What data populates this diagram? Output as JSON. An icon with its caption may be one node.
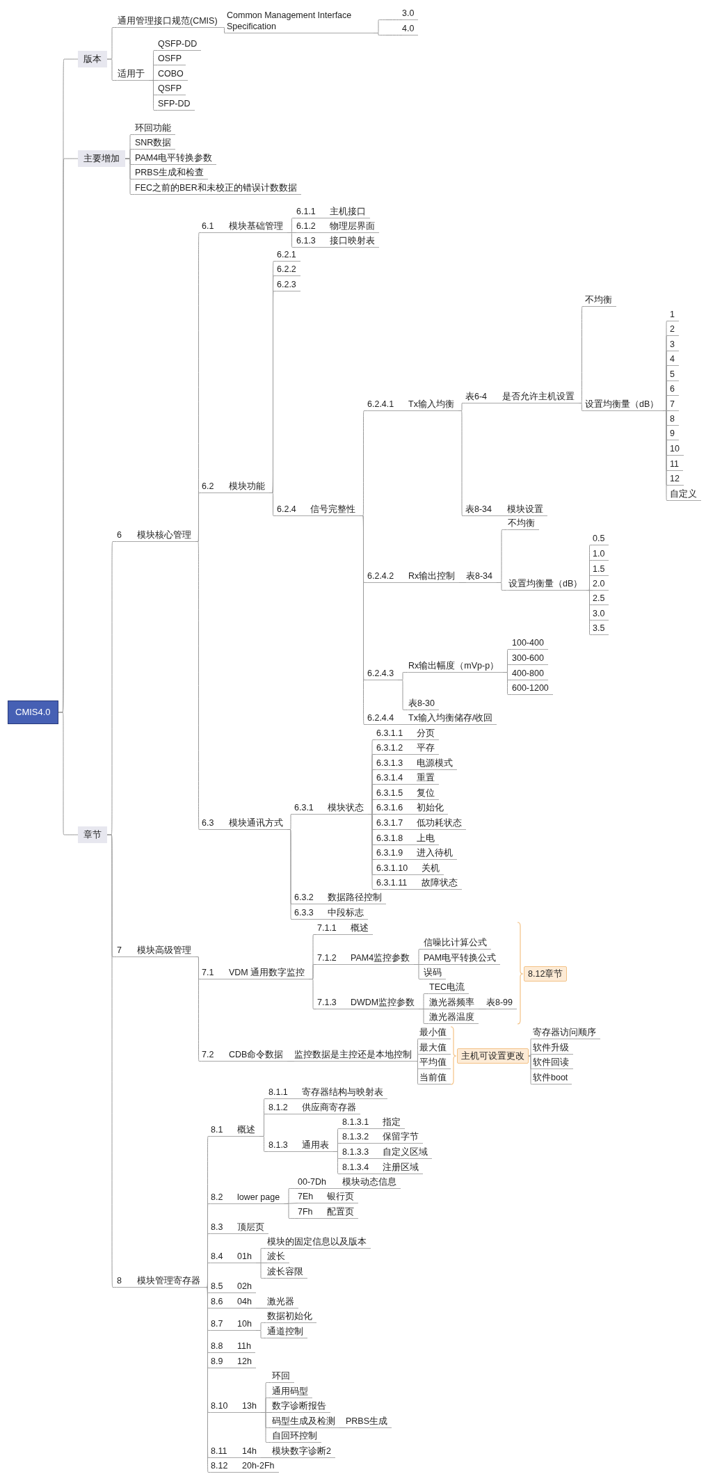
{
  "diagram": {
    "nodes": [
      {
        "text": [
          "CMIS4.0"
        ]
      },
      {
        "text": [
          "版本"
        ]
      },
      {
        "text": [
          "通用管理接口规范(CMIS)"
        ]
      },
      {
        "text": [
          "Common Management Interface Specification"
        ]
      },
      {
        "text": [
          "3.0"
        ]
      },
      {
        "text": [
          "4.0"
        ]
      },
      {
        "text": [
          "适用于"
        ]
      },
      {
        "text": [
          "QSFP-DD"
        ]
      },
      {
        "text": [
          "OSFP"
        ]
      },
      {
        "text": [
          "COBO"
        ]
      },
      {
        "text": [
          "QSFP"
        ]
      },
      {
        "text": [
          "SFP-DD"
        ]
      },
      {
        "text": [
          "主要增加"
        ]
      },
      {
        "text": [
          "环回功能"
        ]
      },
      {
        "text": [
          "SNR数据"
        ]
      },
      {
        "text": [
          "PAM4电平转换参数"
        ]
      },
      {
        "text": [
          "PRBS生成和检查"
        ]
      },
      {
        "text": [
          "FEC之前的BER和未校正的错误计数数据"
        ]
      },
      {
        "text": [
          "章节"
        ]
      },
      {
        "text": [
          "6",
          "模块核心管理"
        ]
      },
      {
        "text": [
          "6.1",
          "模块基础管理"
        ]
      },
      {
        "text": [
          "6.1.1",
          "主机接口"
        ]
      },
      {
        "text": [
          "6.1.2",
          "物理层界面"
        ]
      },
      {
        "text": [
          "6.1.3",
          "接口映射表"
        ]
      },
      {
        "text": [
          "6.2",
          "模块功能"
        ]
      },
      {
        "text": [
          "6.2.1"
        ]
      },
      {
        "text": [
          "6.2.2"
        ]
      },
      {
        "text": [
          "6.2.3"
        ]
      },
      {
        "text": [
          "6.2.4",
          "信号完整性"
        ]
      },
      {
        "text": [
          "6.2.4.1",
          "Tx输入均衡"
        ]
      },
      {
        "text": [
          "表6-4",
          "是否允许主机设置"
        ]
      },
      {
        "text": [
          "不均衡"
        ]
      },
      {
        "text": [
          "设置均衡量（dB）"
        ]
      },
      {
        "text": [
          "1"
        ]
      },
      {
        "text": [
          "2"
        ]
      },
      {
        "text": [
          "3"
        ]
      },
      {
        "text": [
          "4"
        ]
      },
      {
        "text": [
          "5"
        ]
      },
      {
        "text": [
          "6"
        ]
      },
      {
        "text": [
          "7"
        ]
      },
      {
        "text": [
          "8"
        ]
      },
      {
        "text": [
          "9"
        ]
      },
      {
        "text": [
          "10"
        ]
      },
      {
        "text": [
          "11"
        ]
      },
      {
        "text": [
          "12"
        ]
      },
      {
        "text": [
          "自定义"
        ]
      },
      {
        "text": [
          "表8-34",
          "模块设置"
        ]
      },
      {
        "text": [
          "6.2.4.2",
          "Rx输出控制"
        ]
      },
      {
        "text": [
          "表8-34"
        ]
      },
      {
        "text": [
          "不均衡"
        ]
      },
      {
        "text": [
          "设置均衡量（dB）"
        ]
      },
      {
        "text": [
          "0.5"
        ]
      },
      {
        "text": [
          "1.0"
        ]
      },
      {
        "text": [
          "1.5"
        ]
      },
      {
        "text": [
          "2.0"
        ]
      },
      {
        "text": [
          "2.5"
        ]
      },
      {
        "text": [
          "3.0"
        ]
      },
      {
        "text": [
          "3.5"
        ]
      },
      {
        "text": [
          "6.2.4.3"
        ]
      },
      {
        "text": [
          "Rx输出幅度（mVp-p）"
        ]
      },
      {
        "text": [
          "100-400"
        ]
      },
      {
        "text": [
          "300-600"
        ]
      },
      {
        "text": [
          "400-800"
        ]
      },
      {
        "text": [
          "600-1200"
        ]
      },
      {
        "text": [
          "表8-30"
        ]
      },
      {
        "text": [
          "6.2.4.4",
          "Tx输入均衡储存/收回"
        ]
      },
      {
        "text": [
          "6.3",
          "模块通讯方式"
        ]
      },
      {
        "text": [
          "6.3.1",
          "模块状态"
        ]
      },
      {
        "text": [
          "6.3.1.1",
          "分页"
        ]
      },
      {
        "text": [
          "6.3.1.2",
          "平存"
        ]
      },
      {
        "text": [
          "6.3.1.3",
          "电源模式"
        ]
      },
      {
        "text": [
          "6.3.1.4",
          "重置"
        ]
      },
      {
        "text": [
          "6.3.1.5",
          "复位"
        ]
      },
      {
        "text": [
          "6.3.1.6",
          "初始化"
        ]
      },
      {
        "text": [
          "6.3.1.7",
          "低功耗状态"
        ]
      },
      {
        "text": [
          "6.3.1.8",
          "上电"
        ]
      },
      {
        "text": [
          "6.3.1.9",
          "进入待机"
        ]
      },
      {
        "text": [
          "6.3.1.10",
          "关机"
        ]
      },
      {
        "text": [
          "6.3.1.11",
          "故障状态"
        ]
      },
      {
        "text": [
          "6.3.2",
          "数据路径控制"
        ]
      },
      {
        "text": [
          "6.3.3",
          "中段标志"
        ]
      },
      {
        "text": [
          "7",
          "模块高级管理"
        ]
      },
      {
        "text": [
          "7.1",
          "VDM 通用数字监控"
        ]
      },
      {
        "text": [
          "7.1.1",
          "概述"
        ]
      },
      {
        "text": [
          "7.1.2",
          "PAM4监控参数"
        ]
      },
      {
        "text": [
          "信噪比计算公式"
        ]
      },
      {
        "text": [
          "PAM电平转换公式"
        ]
      },
      {
        "text": [
          "误码"
        ]
      },
      {
        "text": [
          "7.1.3",
          "DWDM监控参数"
        ]
      },
      {
        "text": [
          "TEC电流"
        ]
      },
      {
        "text": [
          "激光器频率"
        ]
      },
      {
        "text": [
          "表8-99"
        ]
      },
      {
        "text": [
          "激光器温度"
        ]
      },
      {
        "text": [
          "8.12章节"
        ]
      },
      {
        "text": [
          "7.2",
          "CDB命令数据"
        ]
      },
      {
        "text": [
          "监控数据是主控还是本地控制"
        ]
      },
      {
        "text": [
          "最小值"
        ]
      },
      {
        "text": [
          "最大值"
        ]
      },
      {
        "text": [
          "平均值"
        ]
      },
      {
        "text": [
          "当前值"
        ]
      },
      {
        "text": [
          "主机可设置更改"
        ]
      },
      {
        "text": [
          "寄存器访问顺序"
        ]
      },
      {
        "text": [
          "软件升级"
        ]
      },
      {
        "text": [
          "软件回读"
        ]
      },
      {
        "text": [
          "软件boot"
        ]
      },
      {
        "text": [
          "8",
          "模块管理寄存器"
        ]
      },
      {
        "text": [
          "8.1",
          "概述"
        ]
      },
      {
        "text": [
          "8.1.1",
          "寄存器结构与映射表"
        ]
      },
      {
        "text": [
          "8.1.2",
          "供应商寄存器"
        ]
      },
      {
        "text": [
          "8.1.3",
          "通用表"
        ]
      },
      {
        "text": [
          "8.1.3.1",
          "指定"
        ]
      },
      {
        "text": [
          "8.1.3.2",
          "保留字节"
        ]
      },
      {
        "text": [
          "8.1.3.3",
          "自定义区域"
        ]
      },
      {
        "text": [
          "8.1.3.4",
          "注册区域"
        ]
      },
      {
        "text": [
          "8.2",
          "lower page"
        ]
      },
      {
        "text": [
          "00-7Dh",
          "模块动态信息"
        ]
      },
      {
        "text": [
          "7Eh",
          "银行页"
        ]
      },
      {
        "text": [
          "7Fh",
          "配置页"
        ]
      },
      {
        "text": [
          "8.3",
          "顶层页"
        ]
      },
      {
        "text": [
          "8.4",
          "01h"
        ]
      },
      {
        "text": [
          "模块的固定信息以及版本"
        ]
      },
      {
        "text": [
          "波长"
        ]
      },
      {
        "text": [
          "波长容限"
        ]
      },
      {
        "text": [
          "8.5",
          "02h"
        ]
      },
      {
        "text": [
          "8.6",
          "04h"
        ]
      },
      {
        "text": [
          "激光器"
        ]
      },
      {
        "text": [
          "8.7",
          "10h"
        ]
      },
      {
        "text": [
          "数据初始化"
        ]
      },
      {
        "text": [
          "通道控制"
        ]
      },
      {
        "text": [
          "8.8",
          "11h"
        ]
      },
      {
        "text": [
          "8.9",
          "12h"
        ]
      },
      {
        "text": [
          "8.10",
          "13h"
        ]
      },
      {
        "text": [
          "环回"
        ]
      },
      {
        "text": [
          "通用码型"
        ]
      },
      {
        "text": [
          "数字诊断报告"
        ]
      },
      {
        "text": [
          "码型生成及检测"
        ]
      },
      {
        "text": [
          "PRBS生成"
        ]
      },
      {
        "text": [
          "自回环控制"
        ]
      },
      {
        "text": [
          "8.11",
          "14h"
        ]
      },
      {
        "text": [
          "模块数字诊断2"
        ]
      },
      {
        "text": [
          "8.12",
          "20h-2Fh"
        ]
      }
    ],
    "edges": [
      {
        "from": 0,
        "to": 1,
        "arrow": "none"
      },
      {
        "from": 1,
        "to": 2,
        "arrow": "none"
      },
      {
        "from": 2,
        "to": 3,
        "arrow": "none"
      },
      {
        "from": 3,
        "to": 4,
        "arrow": "none"
      },
      {
        "from": 3,
        "to": 5,
        "arrow": "none"
      },
      {
        "from": 1,
        "to": 6,
        "arrow": "none"
      },
      {
        "from": 6,
        "to": 7,
        "arrow": "none"
      },
      {
        "from": 6,
        "to": 8,
        "arrow": "none"
      },
      {
        "from": 6,
        "to": 9,
        "arrow": "none"
      },
      {
        "from": 6,
        "to": 10,
        "arrow": "none"
      },
      {
        "from": 6,
        "to": 11,
        "arrow": "none"
      },
      {
        "from": 0,
        "to": 12,
        "arrow": "none"
      },
      {
        "from": 12,
        "to": 13,
        "arrow": "none"
      },
      {
        "from": 12,
        "to": 14,
        "arrow": "none"
      },
      {
        "from": 12,
        "to": 15,
        "arrow": "none"
      },
      {
        "from": 12,
        "to": 16,
        "arrow": "none"
      },
      {
        "from": 12,
        "to": 17,
        "arrow": "none"
      },
      {
        "from": 0,
        "to": 18,
        "arrow": "none"
      },
      {
        "from": 18,
        "to": 19,
        "arrow": "none"
      },
      {
        "from": 19,
        "to": 20,
        "arrow": "none"
      },
      {
        "from": 20,
        "to": 21,
        "arrow": "none"
      },
      {
        "from": 20,
        "to": 22,
        "arrow": "none"
      },
      {
        "from": 20,
        "to": 23,
        "arrow": "none"
      },
      {
        "from": 19,
        "to": 24,
        "arrow": "none"
      },
      {
        "from": 24,
        "to": 25,
        "arrow": "none"
      },
      {
        "from": 24,
        "to": 26,
        "arrow": "none"
      },
      {
        "from": 24,
        "to": 27,
        "arrow": "none"
      },
      {
        "from": 24,
        "to": 28,
        "arrow": "none"
      },
      {
        "from": 28,
        "to": 29,
        "arrow": "none"
      },
      {
        "from": 29,
        "to": 30,
        "arrow": "none"
      },
      {
        "from": 30,
        "to": 31,
        "arrow": "none"
      },
      {
        "from": 30,
        "to": 32,
        "arrow": "none"
      },
      {
        "from": 32,
        "to": 33,
        "arrow": "none"
      },
      {
        "from": 32,
        "to": 34,
        "arrow": "none"
      },
      {
        "from": 32,
        "to": 35,
        "arrow": "none"
      },
      {
        "from": 32,
        "to": 36,
        "arrow": "none"
      },
      {
        "from": 32,
        "to": 37,
        "arrow": "none"
      },
      {
        "from": 32,
        "to": 38,
        "arrow": "none"
      },
      {
        "from": 32,
        "to": 39,
        "arrow": "none"
      },
      {
        "from": 32,
        "to": 40,
        "arrow": "none"
      },
      {
        "from": 32,
        "to": 41,
        "arrow": "none"
      },
      {
        "from": 32,
        "to": 42,
        "arrow": "none"
      },
      {
        "from": 32,
        "to": 43,
        "arrow": "none"
      },
      {
        "from": 32,
        "to": 44,
        "arrow": "none"
      },
      {
        "from": 32,
        "to": 45,
        "arrow": "none"
      },
      {
        "from": 29,
        "to": 46,
        "arrow": "none"
      },
      {
        "from": 28,
        "to": 47,
        "arrow": "none"
      },
      {
        "from": 47,
        "to": 48,
        "arrow": "none"
      },
      {
        "from": 48,
        "to": 49,
        "arrow": "none"
      },
      {
        "from": 48,
        "to": 50,
        "arrow": "none"
      },
      {
        "from": 50,
        "to": 51,
        "arrow": "none"
      },
      {
        "from": 50,
        "to": 52,
        "arrow": "none"
      },
      {
        "from": 50,
        "to": 53,
        "arrow": "none"
      },
      {
        "from": 50,
        "to": 54,
        "arrow": "none"
      },
      {
        "from": 50,
        "to": 55,
        "arrow": "none"
      },
      {
        "from": 50,
        "to": 56,
        "arrow": "none"
      },
      {
        "from": 50,
        "to": 57,
        "arrow": "none"
      },
      {
        "from": 28,
        "to": 58,
        "arrow": "none"
      },
      {
        "from": 58,
        "to": 59,
        "arrow": "none"
      },
      {
        "from": 59,
        "to": 60,
        "arrow": "none"
      },
      {
        "from": 59,
        "to": 61,
        "arrow": "none"
      },
      {
        "from": 59,
        "to": 62,
        "arrow": "none"
      },
      {
        "from": 59,
        "to": 63,
        "arrow": "none"
      },
      {
        "from": 58,
        "to": 64,
        "arrow": "none"
      },
      {
        "from": 28,
        "to": 65,
        "arrow": "none"
      },
      {
        "from": 19,
        "to": 66,
        "arrow": "none"
      },
      {
        "from": 66,
        "to": 67,
        "arrow": "none"
      },
      {
        "from": 67,
        "to": 68,
        "arrow": "none"
      },
      {
        "from": 67,
        "to": 69,
        "arrow": "none"
      },
      {
        "from": 67,
        "to": 70,
        "arrow": "none"
      },
      {
        "from": 67,
        "to": 71,
        "arrow": "none"
      },
      {
        "from": 67,
        "to": 72,
        "arrow": "none"
      },
      {
        "from": 67,
        "to": 73,
        "arrow": "none"
      },
      {
        "from": 67,
        "to": 74,
        "arrow": "none"
      },
      {
        "from": 67,
        "to": 75,
        "arrow": "none"
      },
      {
        "from": 67,
        "to": 76,
        "arrow": "none"
      },
      {
        "from": 67,
        "to": 77,
        "arrow": "none"
      },
      {
        "from": 67,
        "to": 78,
        "arrow": "none"
      },
      {
        "from": 66,
        "to": 79,
        "arrow": "none"
      },
      {
        "from": 66,
        "to": 80,
        "arrow": "none"
      },
      {
        "from": 18,
        "to": 81,
        "arrow": "none"
      },
      {
        "from": 81,
        "to": 82,
        "arrow": "none"
      },
      {
        "from": 82,
        "to": 83,
        "arrow": "none"
      },
      {
        "from": 82,
        "to": 84,
        "arrow": "none"
      },
      {
        "from": 84,
        "to": 85,
        "arrow": "none"
      },
      {
        "from": 84,
        "to": 86,
        "arrow": "none"
      },
      {
        "from": 84,
        "to": 87,
        "arrow": "none"
      },
      {
        "from": 82,
        "to": 88,
        "arrow": "none"
      },
      {
        "from": 88,
        "to": 89,
        "arrow": "none"
      },
      {
        "from": 88,
        "to": 90,
        "arrow": "none"
      },
      {
        "from": 90,
        "to": 91,
        "arrow": "none"
      },
      {
        "from": 88,
        "to": 92,
        "arrow": "none"
      },
      {
        "from": 81,
        "to": 94,
        "arrow": "none"
      },
      {
        "from": 94,
        "to": 95,
        "arrow": "none"
      },
      {
        "from": 95,
        "to": 96,
        "arrow": "none"
      },
      {
        "from": 95,
        "to": 97,
        "arrow": "none"
      },
      {
        "from": 95,
        "to": 98,
        "arrow": "none"
      },
      {
        "from": 95,
        "to": 99,
        "arrow": "none"
      },
      {
        "from": 100,
        "to": 101,
        "arrow": "none"
      },
      {
        "from": 100,
        "to": 102,
        "arrow": "none"
      },
      {
        "from": 100,
        "to": 103,
        "arrow": "none"
      },
      {
        "from": 100,
        "to": 104,
        "arrow": "none"
      },
      {
        "from": 18,
        "to": 105,
        "arrow": "none"
      },
      {
        "from": 105,
        "to": 106,
        "arrow": "none"
      },
      {
        "from": 106,
        "to": 107,
        "arrow": "none"
      },
      {
        "from": 106,
        "to": 108,
        "arrow": "none"
      },
      {
        "from": 106,
        "to": 109,
        "arrow": "none"
      },
      {
        "from": 109,
        "to": 110,
        "arrow": "none"
      },
      {
        "from": 109,
        "to": 111,
        "arrow": "none"
      },
      {
        "from": 109,
        "to": 112,
        "arrow": "none"
      },
      {
        "from": 109,
        "to": 113,
        "arrow": "none"
      },
      {
        "from": 105,
        "to": 114,
        "arrow": "none"
      },
      {
        "from": 114,
        "to": 115,
        "arrow": "none"
      },
      {
        "from": 114,
        "to": 116,
        "arrow": "none"
      },
      {
        "from": 114,
        "to": 117,
        "arrow": "none"
      },
      {
        "from": 105,
        "to": 118,
        "arrow": "none"
      },
      {
        "from": 105,
        "to": 119,
        "arrow": "none"
      },
      {
        "from": 119,
        "to": 120,
        "arrow": "none"
      },
      {
        "from": 119,
        "to": 121,
        "arrow": "none"
      },
      {
        "from": 119,
        "to": 122,
        "arrow": "none"
      },
      {
        "from": 105,
        "to": 123,
        "arrow": "none"
      },
      {
        "from": 105,
        "to": 124,
        "arrow": "none"
      },
      {
        "from": 124,
        "to": 125,
        "arrow": "none"
      },
      {
        "from": 105,
        "to": 126,
        "arrow": "none"
      },
      {
        "from": 126,
        "to": 127,
        "arrow": "none"
      },
      {
        "from": 126,
        "to": 128,
        "arrow": "none"
      },
      {
        "from": 105,
        "to": 129,
        "arrow": "none"
      },
      {
        "from": 105,
        "to": 130,
        "arrow": "none"
      },
      {
        "from": 105,
        "to": 131,
        "arrow": "none"
      },
      {
        "from": 131,
        "to": 132,
        "arrow": "none"
      },
      {
        "from": 131,
        "to": 133,
        "arrow": "none"
      },
      {
        "from": 131,
        "to": 134,
        "arrow": "none"
      },
      {
        "from": 131,
        "to": 135,
        "arrow": "none"
      },
      {
        "from": 135,
        "to": 136,
        "arrow": "none"
      },
      {
        "from": 131,
        "to": 137,
        "arrow": "none"
      },
      {
        "from": 105,
        "to": 138,
        "arrow": "none"
      },
      {
        "from": 138,
        "to": 139,
        "arrow": "none"
      },
      {
        "from": 105,
        "to": 140,
        "arrow": "none"
      }
    ]
  }
}
